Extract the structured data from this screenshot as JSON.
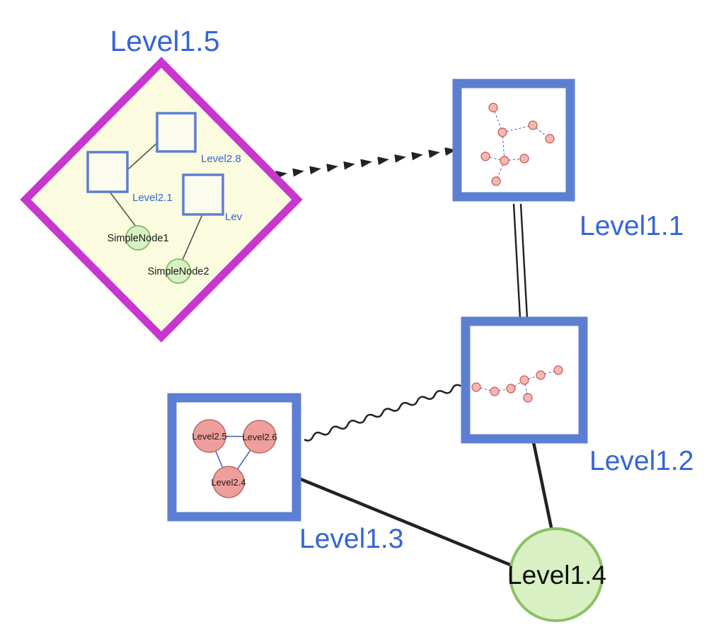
{
  "title": "Nested graph diagram",
  "colors": {
    "canvas_bg": "#ffffff",
    "group_border": "#5d7fd3",
    "group_fill": "#ffffff",
    "diamond_border": "#c935cf",
    "diamond_fill": "#fbfbdf",
    "inner_square_fill": "#fcfcee",
    "green_fill": "#d8f0c4",
    "green_border": "#8cc163",
    "pink_fill": "#ef9f9b",
    "pink_border": "#b86a66",
    "mini_node_fill": "#f5b7b1",
    "mini_node_border": "#c4534f",
    "label_blue": "#3565d6",
    "label_black": "#111111",
    "edge_dark": "#222222",
    "inner_edge_blue": "#4b55c4",
    "inner_edge_gray": "#555555"
  },
  "nodes": {
    "level15": {
      "label": "Level1.5",
      "type": "group-diamond"
    },
    "level11": {
      "label": "Level1.1",
      "type": "group-square"
    },
    "level12": {
      "label": "Level1.2",
      "type": "group-square"
    },
    "level13": {
      "label": "Level1.3",
      "type": "group-square"
    },
    "level14": {
      "label": "Level1.4",
      "type": "node-circle"
    },
    "level28": {
      "label": "Level2.8",
      "parent": "Level1.5"
    },
    "level21": {
      "label": "Level2.1",
      "parent": "Level1.5"
    },
    "lev": {
      "label": "Lev",
      "parent": "Level1.5"
    },
    "simplenode1": {
      "label": "SimpleNode1",
      "parent": "Level1.5"
    },
    "simplenode2": {
      "label": "SimpleNode2",
      "parent": "Level1.5"
    },
    "level25": {
      "label": "Level2.5",
      "parent": "Level1.3"
    },
    "level26": {
      "label": "Level2.6",
      "parent": "Level1.3"
    },
    "level24": {
      "label": "Level2.4",
      "parent": "Level1.3"
    }
  },
  "edges": [
    {
      "from": "Level1.5",
      "to": "Level1.1",
      "style": "dashed-arrow-chain"
    },
    {
      "from": "Level1.1",
      "to": "Level1.2",
      "style": "double-line"
    },
    {
      "from": "Level1.3",
      "to": "Level1.2",
      "style": "wavy"
    },
    {
      "from": "Level1.3",
      "to": "Level1.4",
      "style": "solid"
    },
    {
      "from": "Level1.2",
      "to": "Level1.4",
      "style": "solid"
    }
  ]
}
